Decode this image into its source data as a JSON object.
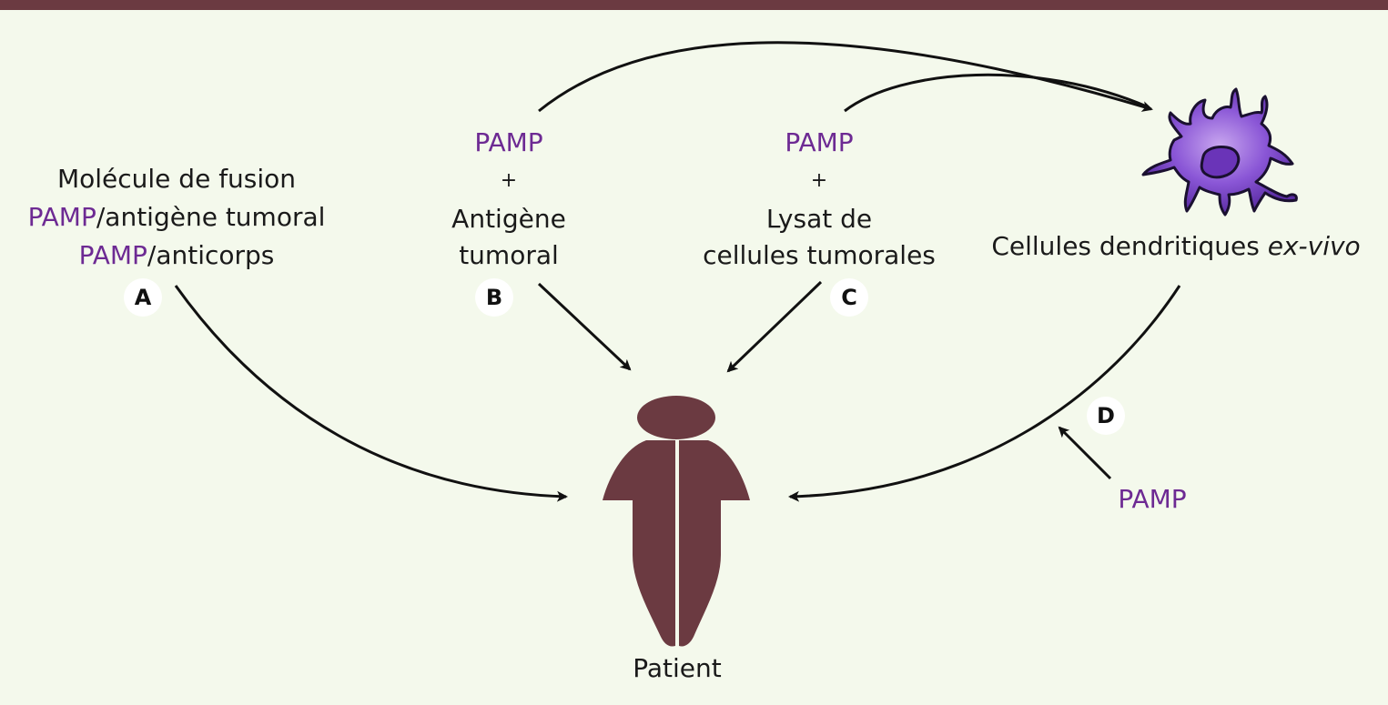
{
  "colors": {
    "background": "#f4f9ec",
    "top_bar": "#6b3a41",
    "pamp_text": "#6d2a93",
    "patient_figure": "#6b3a41",
    "dendritic_cell": "#7b47c9"
  },
  "option_a": {
    "line1": "Molécule de fusion",
    "line2_pamp": "PAMP",
    "line2_rest": "/antigène tumoral",
    "line3_pamp": "PAMP",
    "line3_rest": "/anticorps",
    "badge": "A"
  },
  "option_b": {
    "pamp": "PAMP",
    "plus": "+",
    "line1": "Antigène",
    "line2": "tumoral",
    "badge": "B"
  },
  "option_c": {
    "pamp": "PAMP",
    "plus": "+",
    "line1": "Lysat de",
    "line2": "cellules tumorales",
    "badge": "C"
  },
  "option_d": {
    "label_main": "Cellules dendritiques ",
    "label_italic": "ex-vivo",
    "badge": "D",
    "pamp": "PAMP"
  },
  "patient": {
    "label": "Patient"
  },
  "icons": [
    "dendritic-cell-icon",
    "patient-figure-icon"
  ]
}
